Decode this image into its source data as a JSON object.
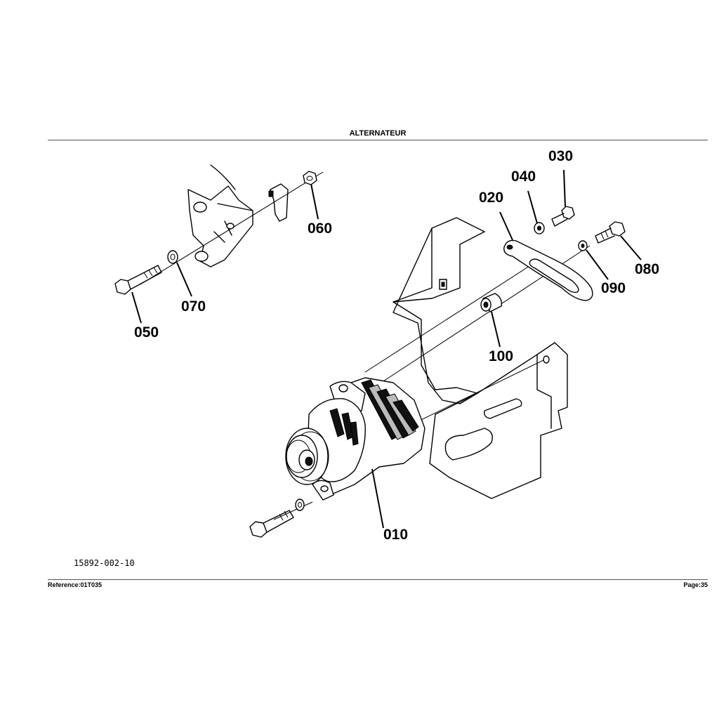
{
  "header": {
    "title": "ALTERNATEUR"
  },
  "footer": {
    "reference": "Reference:01T035",
    "page": "Page:35"
  },
  "diagram": {
    "drawing_number": "15892-002-10",
    "callouts": [
      "010",
      "020",
      "030",
      "040",
      "050",
      "060",
      "070",
      "080",
      "090",
      "100"
    ]
  }
}
